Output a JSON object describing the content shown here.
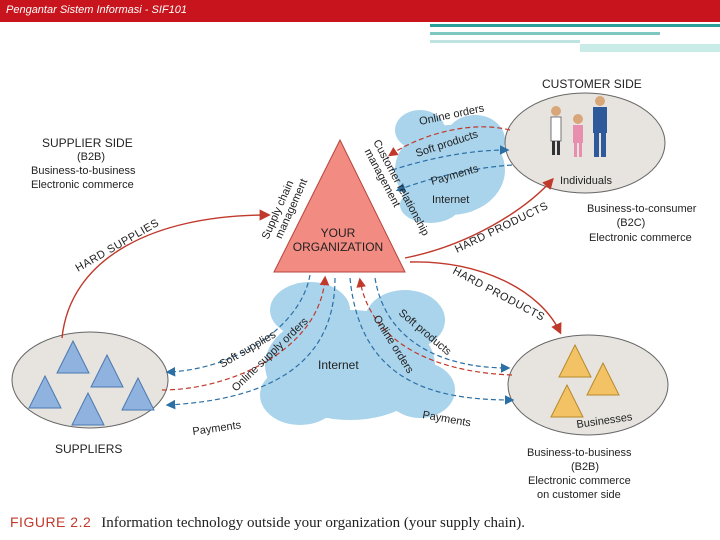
{
  "header": {
    "title": "Pengantar Sistem Informasi - SIF101"
  },
  "colors": {
    "header": "#c8141c",
    "accent_teal": "#2aa198",
    "triangle": "#f28b82",
    "cloud": "#a9d4ec",
    "node": "#e7e4df",
    "triangle_node": "#8fb3de",
    "business_triangle": "#f2c265"
  },
  "center": {
    "line1": "YOUR",
    "line2": "ORGANIZATION"
  },
  "supplier_side": {
    "title": "SUPPLIER SIDE",
    "subtitle": "(B2B)",
    "line1": "Business-to-business",
    "line2": "Electronic commerce"
  },
  "customer_side": {
    "title": "CUSTOMER SIDE",
    "node_label": "Individuals",
    "type": "Business-to-consumer",
    "abbr": "(B2C)",
    "line": "Electronic commerce"
  },
  "suppliers": {
    "label": "SUPPLIERS"
  },
  "businesses": {
    "node_label": "Businesses",
    "type": "Business-to-business",
    "abbr": "(B2B)",
    "line1": "Electronic commerce",
    "line2": "on customer side"
  },
  "flows": {
    "supply_chain": [
      "Supply chain",
      "management"
    ],
    "crm": [
      "Customer relationship",
      "management"
    ],
    "hard_supplies": "HARD SUPPLIES",
    "hard_products_top": "HARD PRODUCTS",
    "hard_products_bottom": "HARD PRODUCTS",
    "online_orders_top": "Online orders",
    "soft_products_top": "Soft products",
    "payments_top": "Payments",
    "internet_top": "Internet",
    "soft_supplies": "Soft supplies",
    "online_supply_orders": "Online supply orders",
    "internet_bottom": "Internet",
    "online_orders_bottom": "Online orders",
    "soft_products_bottom": "Soft products",
    "payments_left": "Payments",
    "payments_right": "Payments"
  },
  "caption": {
    "figure": "FIGURE 2.2",
    "text": "Information technology outside your organization (your supply chain)."
  }
}
